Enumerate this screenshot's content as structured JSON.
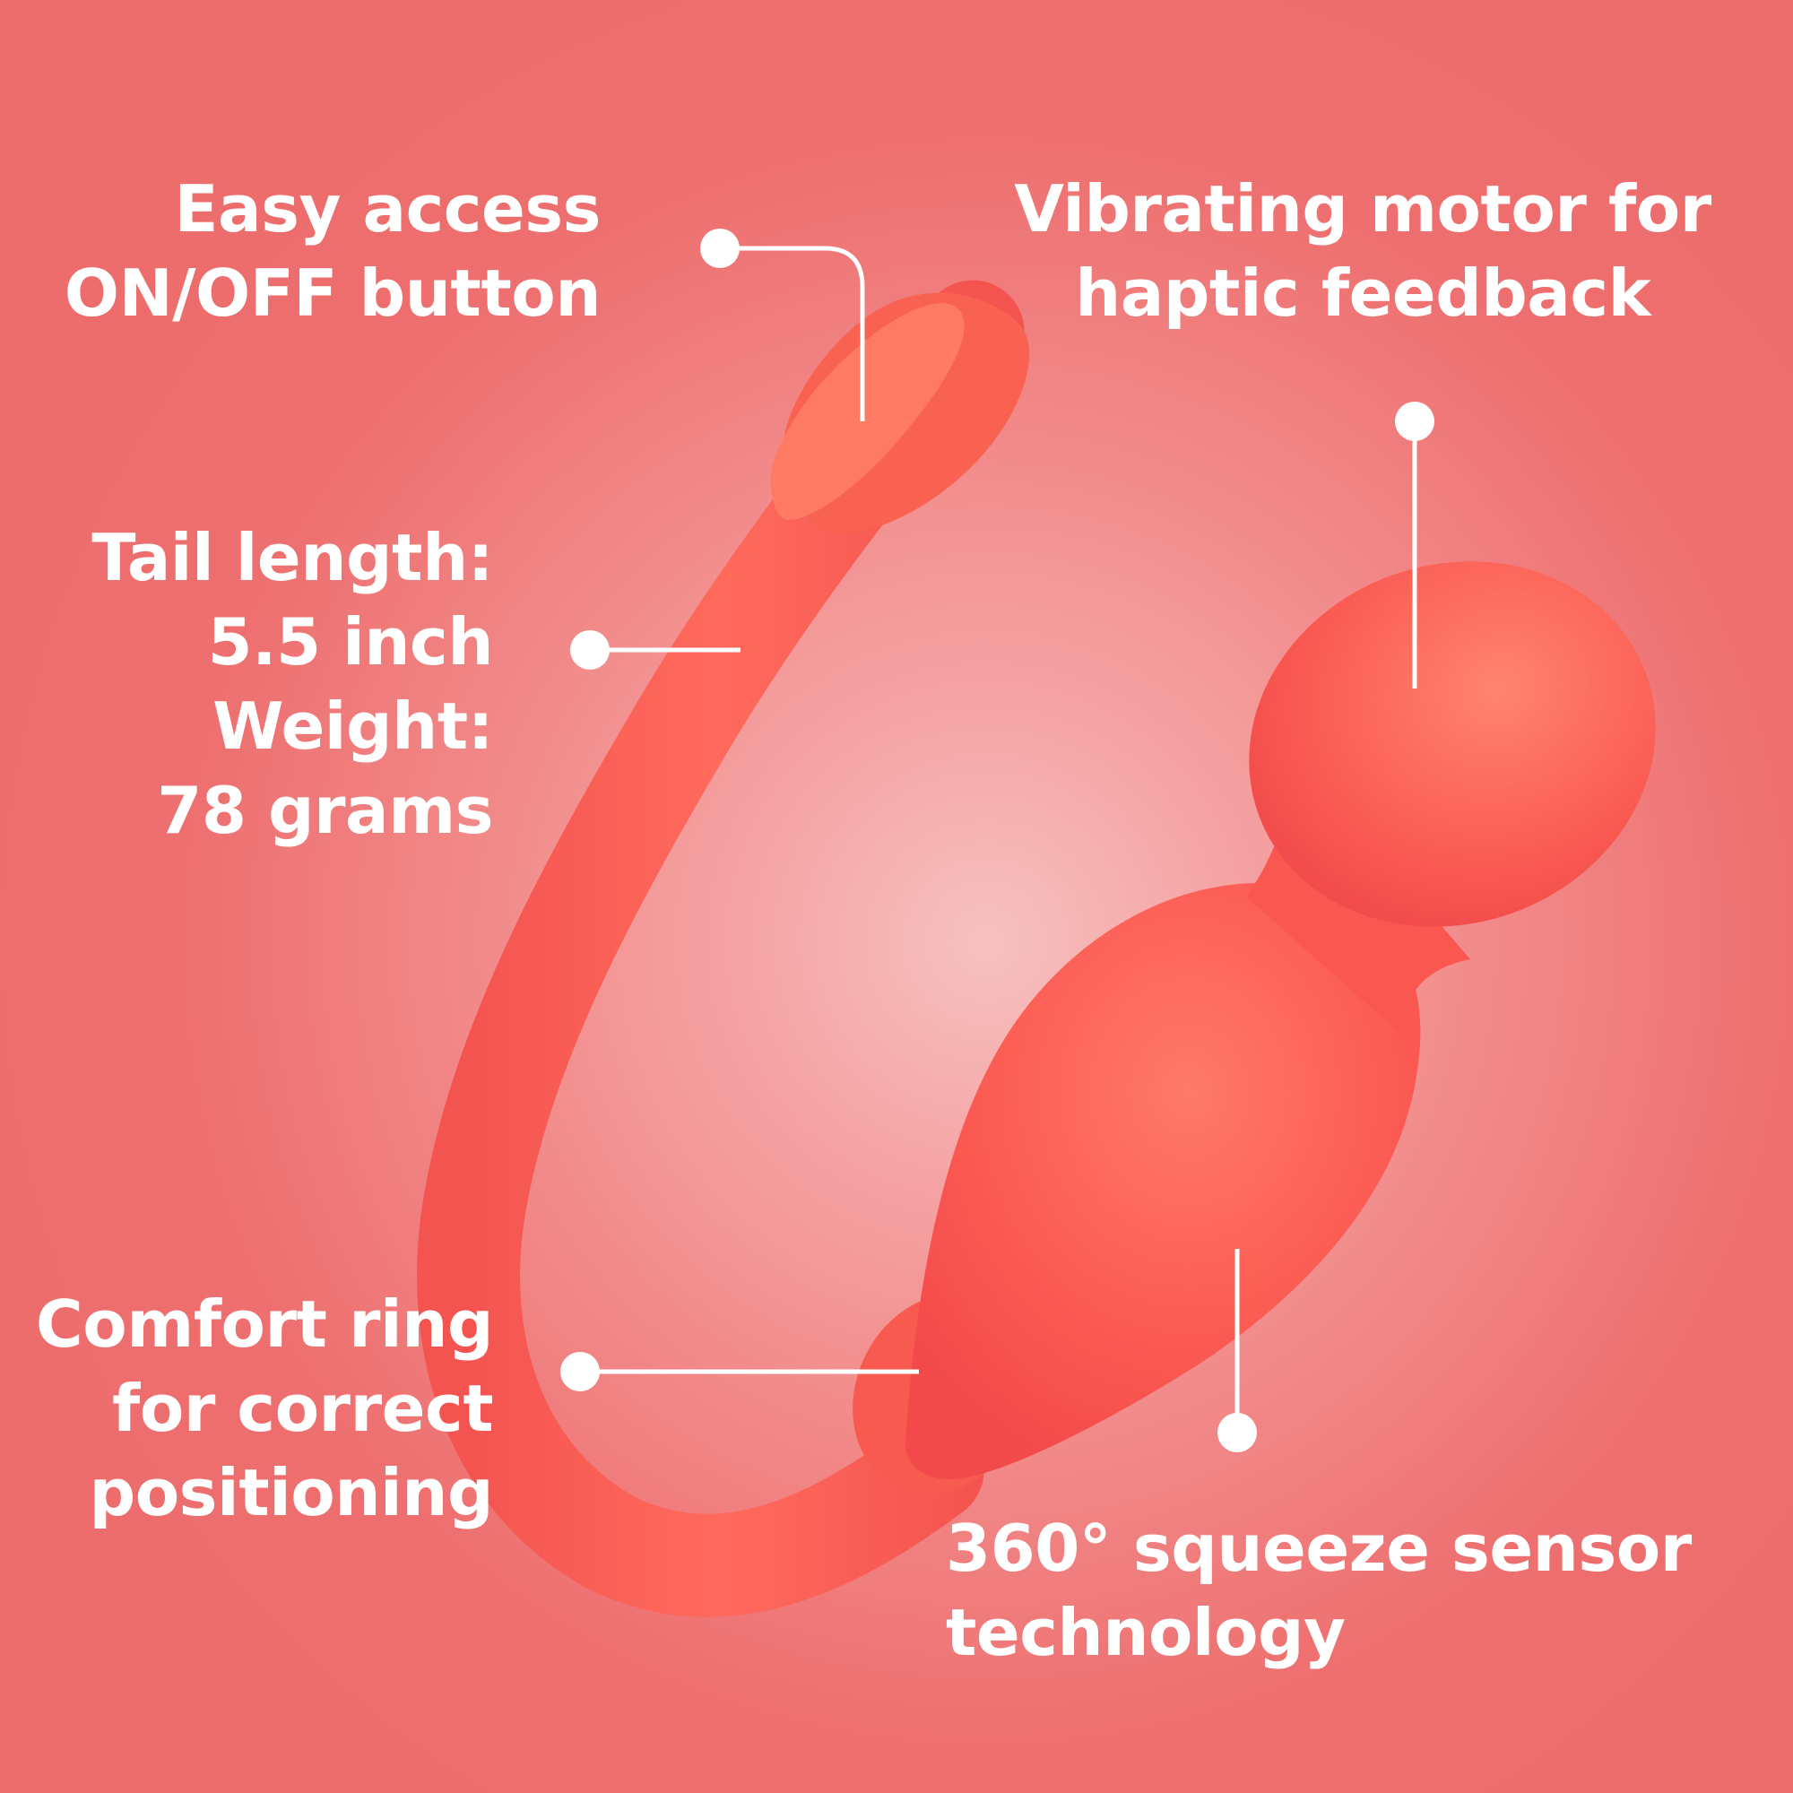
{
  "background_color": "#ec6b6b",
  "product_color": "#fa5a52",
  "callouts": {
    "button": {
      "lines": [
        "Easy access",
        "ON/OFF button"
      ]
    },
    "motor": {
      "lines": [
        "Vibrating motor for",
        "haptic feedback"
      ]
    },
    "tail": {
      "lines": [
        "Tail length:",
        "5.5 inch",
        "Weight:",
        "78 grams"
      ]
    },
    "ring": {
      "lines": [
        "Comfort ring",
        "for correct",
        "positioning"
      ]
    },
    "sensor": {
      "lines": [
        "360° squeeze sensor",
        "technology"
      ]
    }
  }
}
